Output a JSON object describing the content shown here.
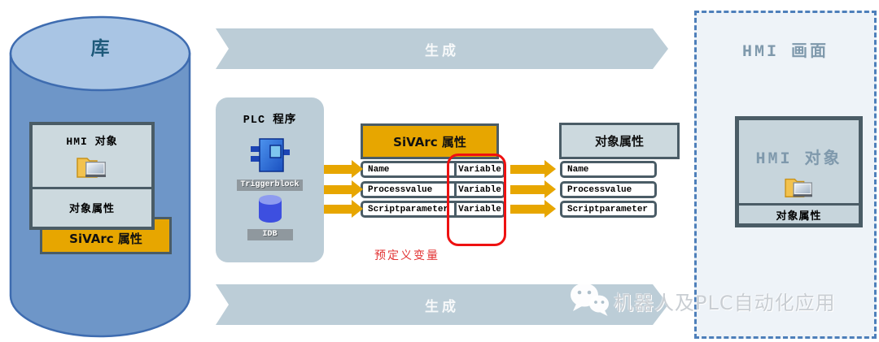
{
  "library": {
    "title": "库",
    "object_card": {
      "title": "HMI 对象",
      "properties_label": "对象属性"
    },
    "sivarc_label": "SiVArc 属性"
  },
  "generate_arrows": {
    "top_label": "生成",
    "bottom_label": "生成"
  },
  "plc": {
    "title": "PLC 程序",
    "trigger_label": "Triggerblock",
    "idb_label": "IDB"
  },
  "sivarc_table": {
    "header": "SiVArc 属性",
    "rows": [
      {
        "name": "Name",
        "value": "Variable"
      },
      {
        "name": "Processvalue",
        "value": "Variable"
      },
      {
        "name": "Scriptparameter",
        "value": "Variable"
      }
    ],
    "annotation": "预定义变量"
  },
  "object_table": {
    "header": "对象属性",
    "rows": [
      {
        "name": "Name"
      },
      {
        "name": "Processvalue"
      },
      {
        "name": "Scriptparameter"
      }
    ]
  },
  "hmi_panel": {
    "title": "HMI 画面",
    "object_card": {
      "title": "HMI 对象",
      "properties_label": "对象属性"
    }
  },
  "watermark": {
    "text": "机器人及PLC自动化应用",
    "icon": "wechat-icon"
  },
  "colors": {
    "gold": "#E7A600",
    "slate_border": "#4A5C66",
    "cell_fill": "#CCD9DE",
    "chevron_fill": "#BCCDD7",
    "cylinder_body": "#6E96C8",
    "cylinder_top": "#A9C5E4",
    "red_highlight": "#EE1111",
    "dashed_border": "#4D7FBA",
    "panel_fill": "#EEF3F8"
  }
}
